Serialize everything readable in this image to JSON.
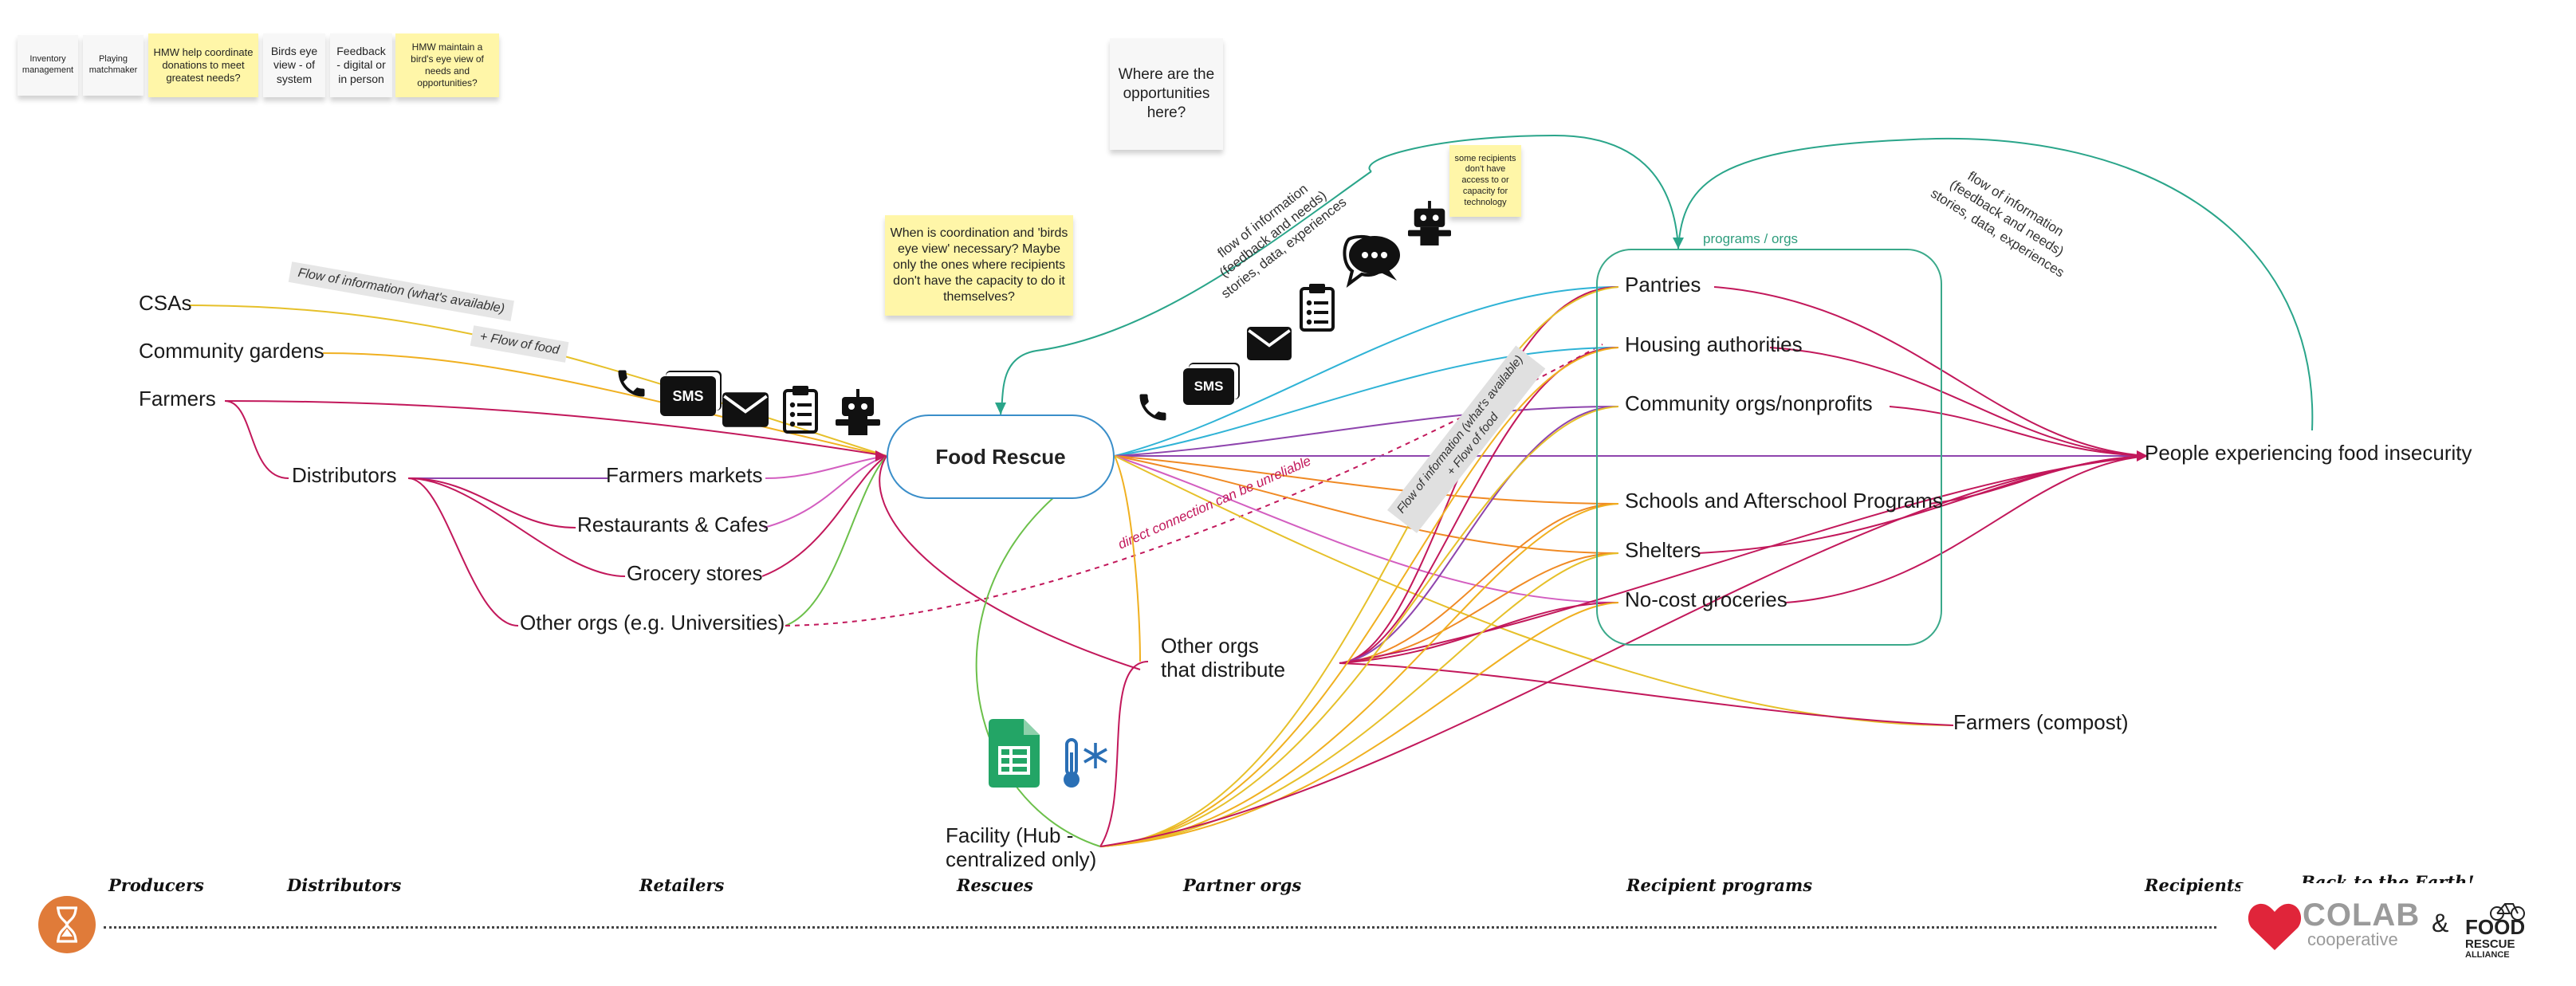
{
  "sticky_notes": {
    "inventory": "Inventory management",
    "matchmaker": "Playing matchmaker",
    "hmw_donations": "HMW help coordinate donations to meet greatest needs?",
    "birds_eye": "Birds eye view - of system",
    "feedback": "Feedback - digital or in person",
    "hmw_maintain": "HMW maintain a bird's eye view of needs and opportunities?",
    "opportunities": "Where are the opportunities here?",
    "coordination": "When is coordination and 'birds eye view' necessary? Maybe only the ones where recipients don't have the capacity to do it themselves?",
    "recipients_tech": "some recipients don't have access to or capacity for technology"
  },
  "sources": {
    "csas": "CSAs",
    "community_gardens": "Community gardens",
    "farmers": "Farmers",
    "distributors": "Distributors",
    "farmers_markets": "Farmers markets",
    "restaurants": "Restaurants & Cafes",
    "grocery": "Grocery stores",
    "other_orgs": "Other orgs (e.g. Universities)"
  },
  "center": {
    "food_rescue": "Food Rescue",
    "other_distribute_1": "Other orgs",
    "other_distribute_2": "that distribute",
    "facility_1": "Facility (Hub -",
    "facility_2": "centralized only)"
  },
  "recipients": {
    "group_label": "programs / orgs",
    "pantries": "Pantries",
    "housing": "Housing authorities",
    "community_orgs": "Community orgs/nonprofits",
    "schools": "Schools and Afterschool Programs",
    "shelters": "Shelters",
    "no_cost": "No-cost groceries",
    "people": "People experiencing food insecurity",
    "compost": "Farmers (compost)"
  },
  "annotations": {
    "flow_info_left": "Flow of information (what's available)",
    "flow_food_left": "+ Flow of food",
    "flow_feedback_1": "flow of information",
    "flow_feedback_2": "(feedback and needs)",
    "flow_feedback_3": "stories, data, experiences",
    "flow_feedback_r1": "flow of information",
    "flow_feedback_r2": "(feedback and needs)",
    "flow_feedback_r3": "stories, data, experiences",
    "direct_connection": "direct connection can be unreliable",
    "flow_info_mid": "Flow of information (what's available)",
    "flow_food_mid": "+ Flow of food",
    "sms": "SMS"
  },
  "stages": {
    "producers": "Producers",
    "distributors": "Distributors",
    "retailers": "Retailers",
    "rescues": "Rescues",
    "partner_orgs": "Partner orgs",
    "recipient_programs": "Recipient programs",
    "recipients": "Recipients",
    "back_to_earth": "Back to the Earth!"
  },
  "logos": {
    "colab_name": "COLAB",
    "colab_sub": "cooperative",
    "ampersand": "&",
    "frA_1": "FOOD",
    "frA_2": "RESCUE",
    "frA_3": "ALLIANCE"
  },
  "colors": {
    "magenta": "#c2185b",
    "purple": "#8e44ad",
    "yellow": "#e6c02a",
    "green": "#6cc04a",
    "teal": "#2aa58a",
    "blue": "#2fb3d6",
    "pink": "#d35ec0",
    "orange": "#f08a24",
    "colab_red": "#e0253a"
  }
}
